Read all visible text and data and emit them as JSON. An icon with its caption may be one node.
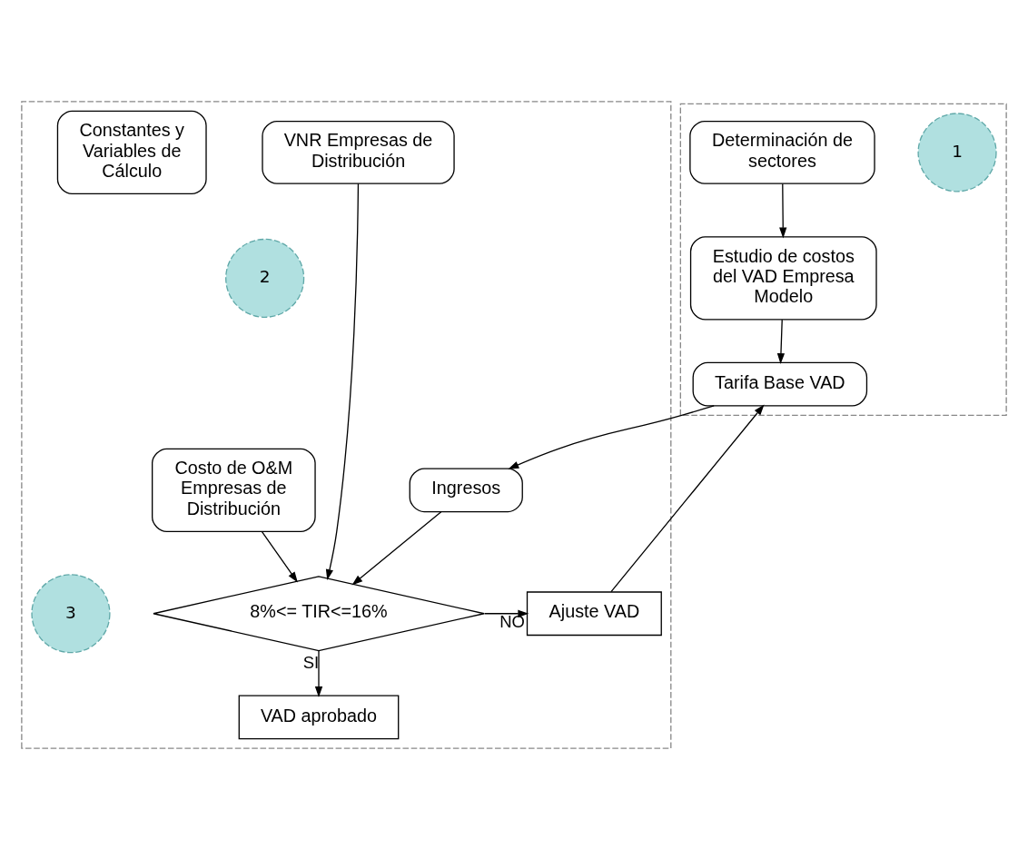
{
  "diagram": {
    "nodes": [
      {
        "text": [],
        "shape": "box"
      },
      {
        "text": [],
        "shape": "box"
      },
      {
        "text": [
          "1"
        ],
        "in": 1
      },
      {
        "text": [
          "Determinación de sectores"
        ],
        "in": 1
      },
      {
        "text": [
          "Estudio de costos del VAD Empresa Modelo"
        ],
        "in": 1
      },
      {
        "text": [
          "Tarifa Base VAD"
        ],
        "in": 1
      },
      {
        "text": [
          "VNR Empresas de Distribución"
        ],
        "in": 0
      },
      {
        "text": [
          "Constantes y Variables de Cálculo"
        ],
        "in": 0
      },
      {
        "text": [
          "2"
        ],
        "in": 0
      },
      {
        "text": [
          "Costo de O&M Empresas de Distribución"
        ],
        "in": 0
      },
      {
        "text": [
          "Ingresos"
        ],
        "in": 0
      },
      {
        "text": [
          "Ajuste VAD"
        ],
        "in": 0
      },
      {
        "text": [
          "3"
        ],
        "in": 0
      },
      {
        "text": [
          "8%<= TIR<=16%"
        ],
        "in": 0
      },
      {
        "text": [
          "VAD aprobado"
        ],
        "in": 0
      }
    ],
    "edges": [
      {
        "from": 3,
        "to": 4,
        "arrow": "to"
      },
      {
        "from": 4,
        "to": 5,
        "arrow": "to"
      },
      {
        "from": 5,
        "to": 10,
        "arrow": "to"
      },
      {
        "from": 6,
        "to": 13,
        "arrow": "to"
      },
      {
        "from": 9,
        "to": 13,
        "arrow": "to"
      },
      {
        "from": 10,
        "to": 13,
        "arrow": "to"
      },
      {
        "from": 13,
        "to": 11,
        "arrow": "to",
        "label": "NO"
      },
      {
        "from": 11,
        "to": 5,
        "arrow": "to"
      },
      {
        "from": 13,
        "to": 14,
        "arrow": "to",
        "label": "SI"
      }
    ]
  }
}
